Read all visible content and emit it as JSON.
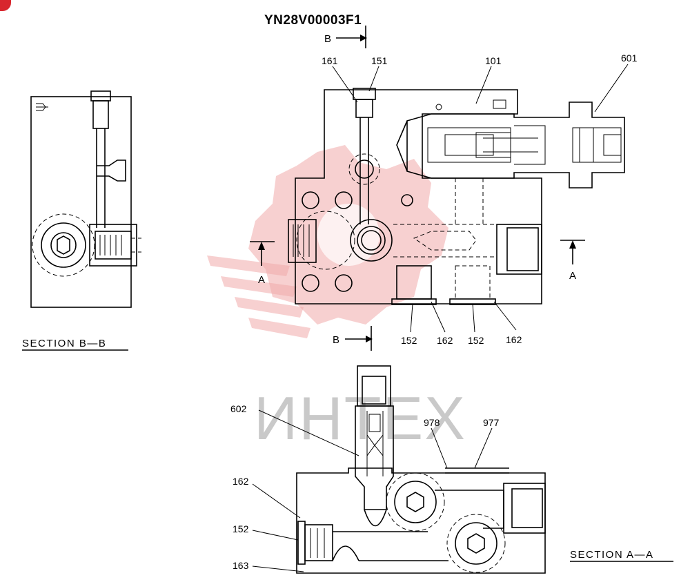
{
  "diagram": {
    "drawing_number": "YN28V00003F1",
    "section_b_label": "SECTION  B—B",
    "section_a_label": "SECTION  A—A",
    "cut_marks": {
      "b": "B",
      "a": "A"
    },
    "part_numbers": {
      "p161": "161",
      "p151": "151",
      "p101": "101",
      "p601": "601",
      "p152a": "152",
      "p162a": "162",
      "p152b": "152",
      "p162b": "162",
      "p602": "602",
      "p978": "978",
      "p977": "977",
      "p162c": "162",
      "p152c": "152",
      "p163": "163"
    },
    "watermark_text": "ИНТЕХ"
  }
}
